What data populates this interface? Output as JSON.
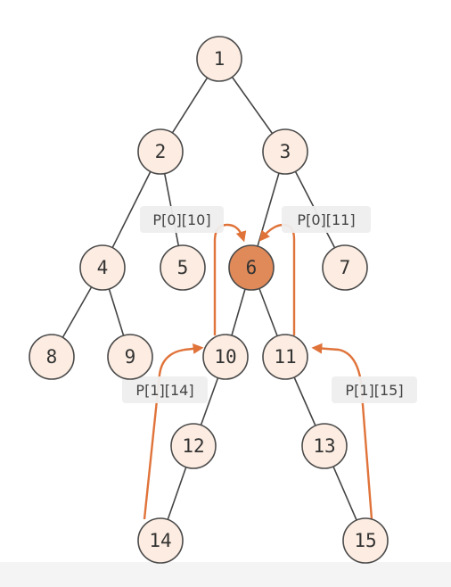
{
  "colors": {
    "node_fill": "#fcece1",
    "node_stroke": "#4a4a4a",
    "node_text": "#333333",
    "highlight_fill": "#e08a5a",
    "edge": "#444444",
    "pointer": "#e0733a",
    "label_bg": "#eeeeee",
    "label_text": "#444444"
  },
  "tree": {
    "nodes": [
      {
        "id": "1",
        "label": "1"
      },
      {
        "id": "2",
        "label": "2"
      },
      {
        "id": "3",
        "label": "3"
      },
      {
        "id": "4",
        "label": "4"
      },
      {
        "id": "5",
        "label": "5"
      },
      {
        "id": "6",
        "label": "6",
        "highlight": true
      },
      {
        "id": "7",
        "label": "7"
      },
      {
        "id": "8",
        "label": "8"
      },
      {
        "id": "9",
        "label": "9"
      },
      {
        "id": "10",
        "label": "10"
      },
      {
        "id": "11",
        "label": "11"
      },
      {
        "id": "12",
        "label": "12"
      },
      {
        "id": "13",
        "label": "13"
      },
      {
        "id": "14",
        "label": "14"
      },
      {
        "id": "15",
        "label": "15"
      }
    ],
    "edges": [
      [
        "1",
        "2"
      ],
      [
        "1",
        "3"
      ],
      [
        "2",
        "4"
      ],
      [
        "2",
        "5"
      ],
      [
        "3",
        "6"
      ],
      [
        "3",
        "7"
      ],
      [
        "4",
        "8"
      ],
      [
        "4",
        "9"
      ],
      [
        "6",
        "10"
      ],
      [
        "6",
        "11"
      ],
      [
        "10",
        "12"
      ],
      [
        "11",
        "13"
      ],
      [
        "12",
        "14"
      ],
      [
        "13",
        "15"
      ]
    ]
  },
  "pointers": [
    {
      "id": "p0-10",
      "label": "P[0][10]",
      "from": "10",
      "to": "6"
    },
    {
      "id": "p0-11",
      "label": "P[0][11]",
      "from": "11",
      "to": "6"
    },
    {
      "id": "p1-14",
      "label": "P[1][14]",
      "from": "14",
      "to": "10"
    },
    {
      "id": "p1-15",
      "label": "P[1][15]",
      "from": "15",
      "to": "11"
    }
  ]
}
